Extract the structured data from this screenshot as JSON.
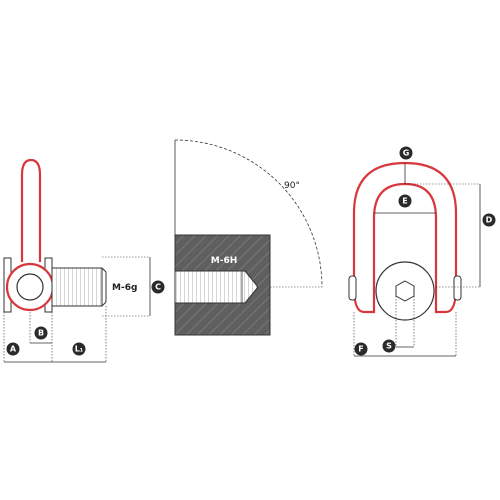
{
  "colors": {
    "accent": "#d8383c",
    "badge": "#2a2a2a",
    "block": "#5f5f5f",
    "line": "#333333",
    "hatch": "#8a8a8a"
  },
  "labels": {
    "thread_male": "M-6g",
    "thread_female": "M-6H",
    "angle": "90°"
  },
  "dimensions": {
    "A": "A",
    "B": "B",
    "C": "C",
    "D": "D",
    "E": "E",
    "F": "F",
    "G": "G",
    "L1": "L₁",
    "S": "S"
  }
}
